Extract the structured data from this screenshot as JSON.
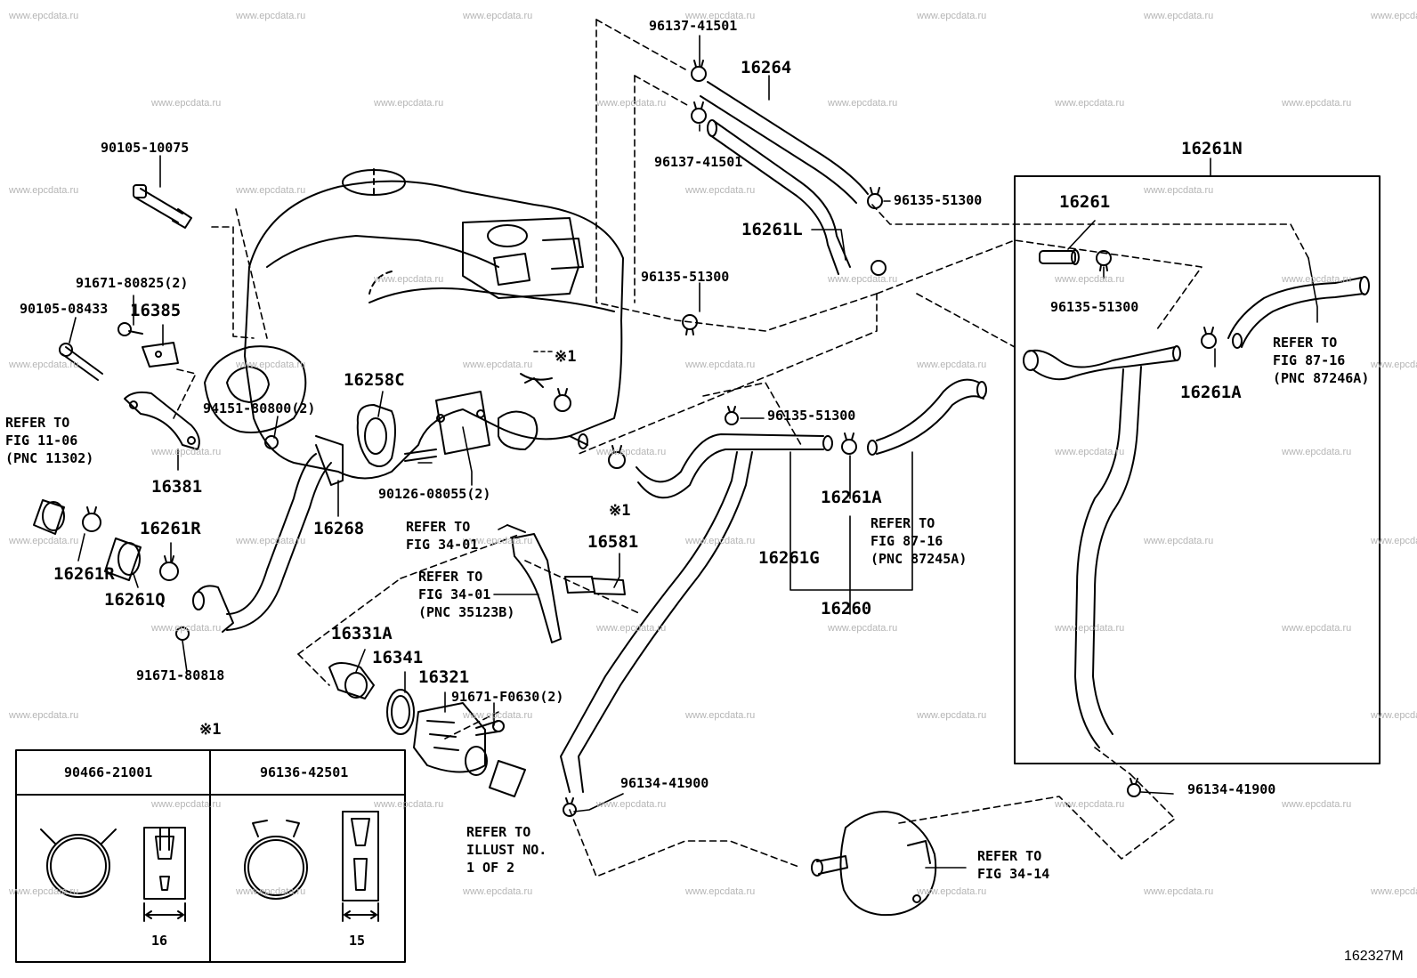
{
  "watermark": "www.epcdata.ru",
  "diagram_id": "162327M",
  "callouts": {
    "c96137_41501_top": "96137-41501",
    "c16264": "16264",
    "c96137_41501_mid": "96137-41501",
    "c16261N": "16261N",
    "c90105_10075": "90105-10075",
    "c96135_51300_a": "96135-51300",
    "c16261": "16261",
    "c16261L": "16261L",
    "c96135_51300_b": "96135-51300",
    "c96135_51300_c": "96135-51300",
    "c91671_80825": "91671-80825(2)",
    "c90105_08433": "90105-08433",
    "c16385": "16385",
    "c16261A_right": "16261A",
    "c16258C": "16258C",
    "c94151_80800": "94151-80800(2)",
    "c96135_51300_d": "96135-51300",
    "c16381": "16381",
    "c90126_08055": "90126-08055(2)",
    "c16261A_mid": "16261A",
    "c16268": "16268",
    "c16261R_a": "16261R",
    "c16261R_b": "16261R",
    "c16261Q": "16261Q",
    "c16581": "16581",
    "c16261G": "16261G",
    "c16260": "16260",
    "c16331A": "16331A",
    "c16341": "16341",
    "c16321": "16321",
    "c91671_80818": "91671-80818",
    "c91671_F0630": "91671-F0630(2)",
    "c96134_41900_a": "96134-41900",
    "c96134_41900_b": "96134-41900"
  },
  "marks": {
    "m1_top": "※1",
    "m1_mid": "※1",
    "m1_box": "※1"
  },
  "refs": {
    "r_fig11": "REFER TO\nFIG 11-06\n(PNC 11302)",
    "r_fig34_a": "REFER TO\nFIG 34-01",
    "r_fig34_b": "REFER TO\nFIG 34-01\n(PNC 35123B)",
    "r_fig87_a": "REFER TO\nFIG 87-16\n(PNC 87245A)",
    "r_fig87_b": "REFER TO\nFIG 87-16\n(PNC 87246A)",
    "r_illust": "REFER TO\nILLUST NO.\n1 OF 2",
    "r_fig34_14": "REFER TO\nFIG 34-14"
  },
  "legend": {
    "col1_part": "90466-21001",
    "col2_part": "96136-42501",
    "col1_dim": "16",
    "col2_dim": "15"
  }
}
